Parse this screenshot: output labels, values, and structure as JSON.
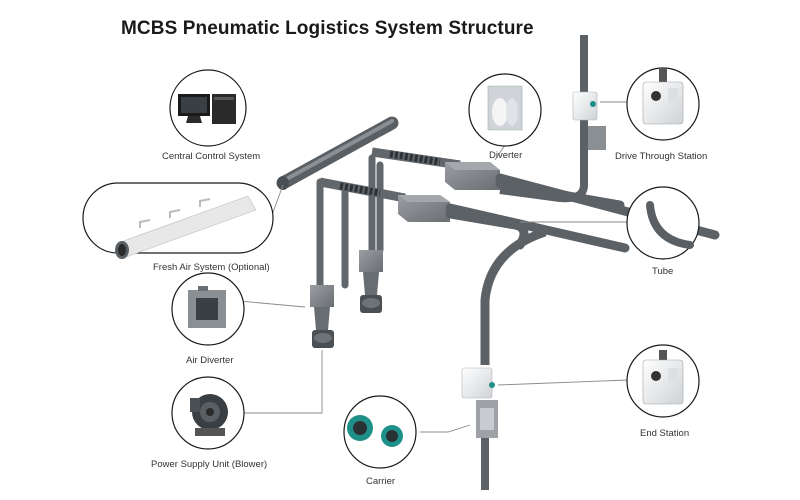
{
  "title": "MCBS Pneumatic Logistics System Structure",
  "components": {
    "central_control": "Central Control System",
    "fresh_air": "Fresh Air System (Optional)",
    "air_diverter": "Air Diverter",
    "power_supply": "Power Supply Unit (Blower)",
    "carrier": "Carrier",
    "diverter": "Diverter",
    "drive_through": "Drive Through Station",
    "tube": "Tube",
    "end_station": "End Station"
  },
  "colors": {
    "pipe": "#6e7378",
    "pipe_dark": "#4f5459",
    "box": "#85898e",
    "callout_line": "#8a8a8a",
    "carrier_teal": "#1f8f8a",
    "station_white": "#f2f2f2"
  }
}
